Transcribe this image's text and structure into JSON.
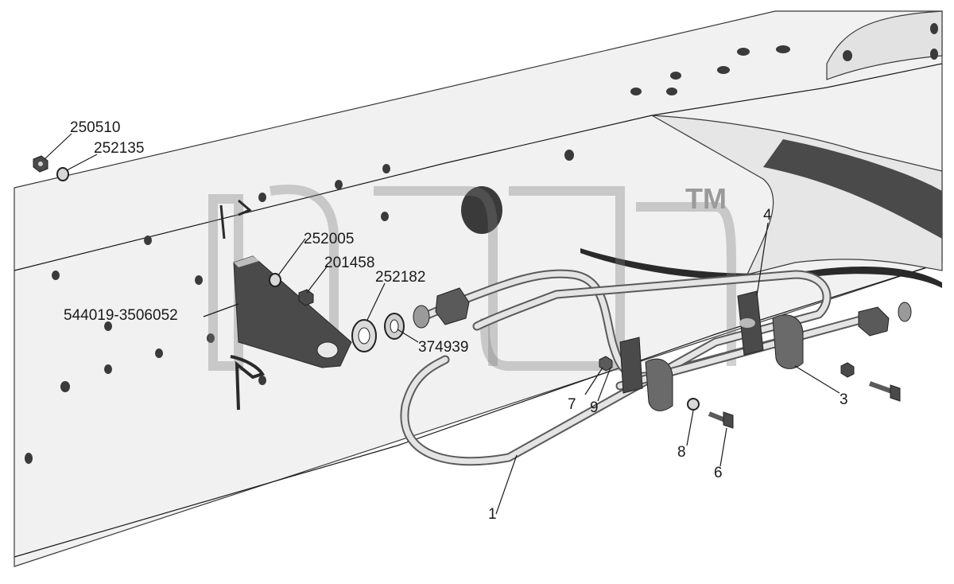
{
  "trademark": "TM",
  "labels": {
    "p250510": "250510",
    "p252135": "252135",
    "p252005": "252005",
    "p201458": "201458",
    "p252182": "252182",
    "p544019": "544019-3506052",
    "p374939": "374939",
    "p1": "1",
    "p3": "3",
    "p4": "4",
    "p6": "6",
    "p7": "7",
    "p8": "8",
    "p9": "9"
  },
  "colors": {
    "line": "#1a1a1a",
    "frame_fill": "#f1f1f1",
    "part_dark": "#4a4a4a",
    "watermark": "#7c7c7c"
  }
}
